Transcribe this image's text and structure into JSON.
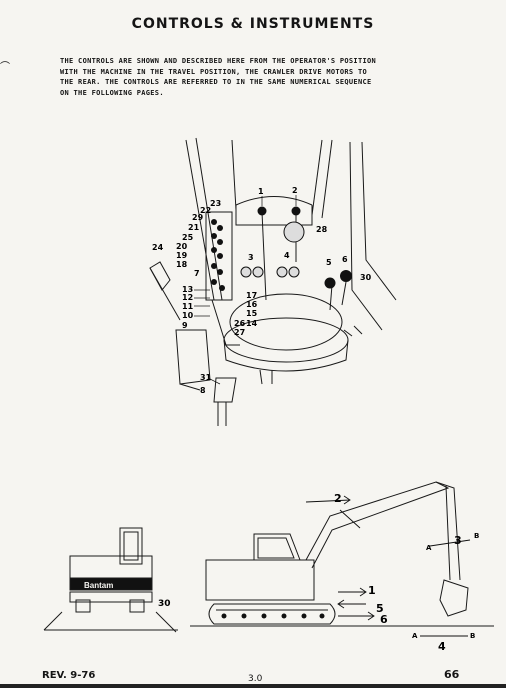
{
  "page": {
    "title": "CONTROLS & INSTRUMENTS",
    "intro_lines": [
      "THE CONTROLS ARE SHOWN AND DESCRIBED HERE FROM THE OPERATOR'S POSITION",
      "WITH THE MACHINE IN THE TRAVEL POSITION, THE CRAWLER DRIVE MOTORS TO",
      "THE REAR.  THE CONTROLS ARE REFERRED TO IN THE SAME NUMERICAL SEQUENCE",
      "ON THE FOLLOWING PAGES."
    ]
  },
  "cab_diagram": {
    "callouts": [
      "1",
      "2",
      "23",
      "22",
      "29",
      "21",
      "25",
      "20",
      "19",
      "18",
      "24",
      "28",
      "3",
      "4",
      "5",
      "6",
      "30",
      "7",
      "13",
      "12",
      "11",
      "10",
      "9",
      "17",
      "16",
      "15",
      "14",
      "26",
      "27",
      "31",
      "8"
    ]
  },
  "machine_diagram": {
    "brand": "Bantam",
    "callouts": [
      "30",
      "2",
      "3",
      "A",
      "B",
      "1",
      "5",
      "6",
      "A",
      "B",
      "4"
    ]
  },
  "footer": {
    "revision": "REV. 9-76",
    "center_mark": "3.0",
    "page_number": "66"
  }
}
